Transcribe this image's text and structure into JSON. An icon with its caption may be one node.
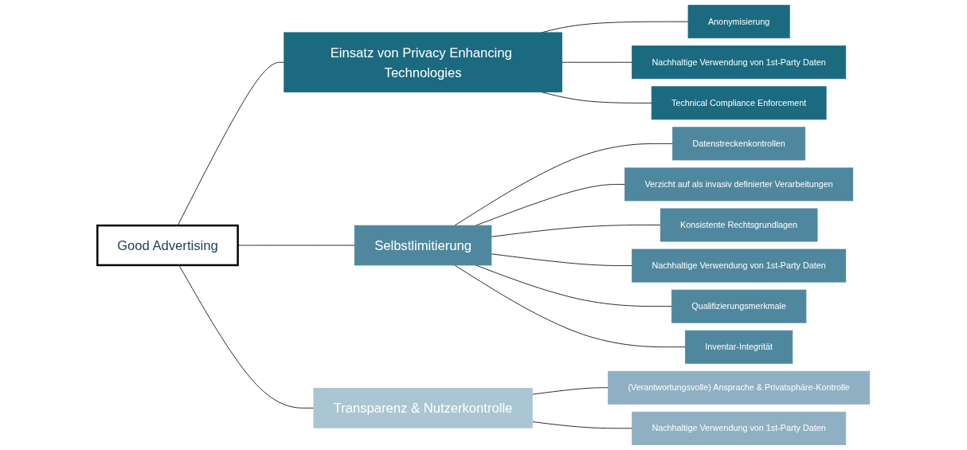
{
  "diagram": {
    "nodes": [
      {
        "text": [
          "Good Advertising"
        ]
      },
      {
        "text": [
          "Einsatz von Privacy Enhancing Technologies"
        ]
      },
      {
        "text": [
          "Selbstlimitierung"
        ]
      },
      {
        "text": [
          "Transparenz & Nutzerkontrolle"
        ]
      },
      {
        "text": [
          "Anonymisierung"
        ]
      },
      {
        "text": [
          "Nachhaltige Verwendung von 1st-Party Daten"
        ]
      },
      {
        "text": [
          "Technical Compliance Enforcement"
        ]
      },
      {
        "text": [
          "Datenstreckenkontrollen"
        ]
      },
      {
        "text": [
          "Verzicht auf als invasiv definierter Verarbeitungen"
        ]
      },
      {
        "text": [
          "Konsistente Rechtsgrundlagen"
        ]
      },
      {
        "text": [
          "Nachhaltige Verwendung von 1st-Party Daten"
        ]
      },
      {
        "text": [
          "Qualifizierungsmerkmale"
        ]
      },
      {
        "text": [
          "Inventar-Integrität"
        ]
      },
      {
        "text": [
          "(Verantwortungsvolle) Ansprache & Privatsphäre-Kontrolle"
        ]
      },
      {
        "text": [
          "Nachhaltige Verwendung von 1st-Party Daten"
        ]
      }
    ],
    "edges": [
      {
        "from": 0,
        "to": 1,
        "arrow": "none"
      },
      {
        "from": 0,
        "to": 2,
        "arrow": "none"
      },
      {
        "from": 0,
        "to": 3,
        "arrow": "none"
      },
      {
        "from": 1,
        "to": 4,
        "arrow": "none"
      },
      {
        "from": 1,
        "to": 5,
        "arrow": "none"
      },
      {
        "from": 1,
        "to": 6,
        "arrow": "none"
      },
      {
        "from": 2,
        "to": 7,
        "arrow": "none"
      },
      {
        "from": 2,
        "to": 8,
        "arrow": "none"
      },
      {
        "from": 2,
        "to": 9,
        "arrow": "none"
      },
      {
        "from": 2,
        "to": 10,
        "arrow": "none"
      },
      {
        "from": 2,
        "to": 11,
        "arrow": "none"
      },
      {
        "from": 2,
        "to": 12,
        "arrow": "none"
      },
      {
        "from": 3,
        "to": 13,
        "arrow": "none"
      },
      {
        "from": 3,
        "to": 14,
        "arrow": "none"
      }
    ]
  }
}
